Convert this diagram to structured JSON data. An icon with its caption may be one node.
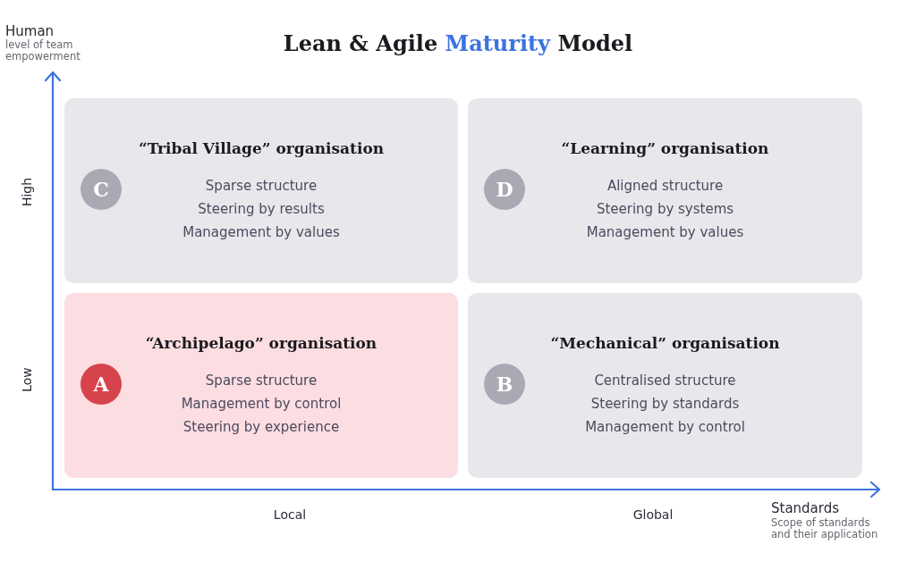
{
  "diagram": {
    "title": "Lean & Agile Maturity Model",
    "nodes": [
      {
        "text": [
          "“Tribal Village” organisation",
          "Sparse structure",
          "Steering by results",
          "Management by values"
        ]
      },
      {
        "text": [
          "C"
        ],
        "in": 0
      },
      {
        "text": [
          "“Learning” organisation",
          "Aligned structure",
          "Steering by systems",
          "Management by values"
        ]
      },
      {
        "text": [
          "D"
        ],
        "in": 2
      },
      {
        "text": [
          "“Archipelago” organisation",
          "Sparse structure",
          "Management by control",
          "Steering by experience"
        ]
      },
      {
        "text": [
          "A"
        ],
        "in": 4
      },
      {
        "text": [
          "“Mechanical” organisation",
          "Centralised structure",
          "Steering by standards",
          "Management by control"
        ]
      },
      {
        "text": [
          "B"
        ],
        "in": 6
      }
    ],
    "edges": [],
    "labels": [
      "Human",
      "level of team empowerment",
      "High",
      "Low",
      "Local",
      "Global",
      "Standards",
      "Scope of standards and their application"
    ]
  }
}
